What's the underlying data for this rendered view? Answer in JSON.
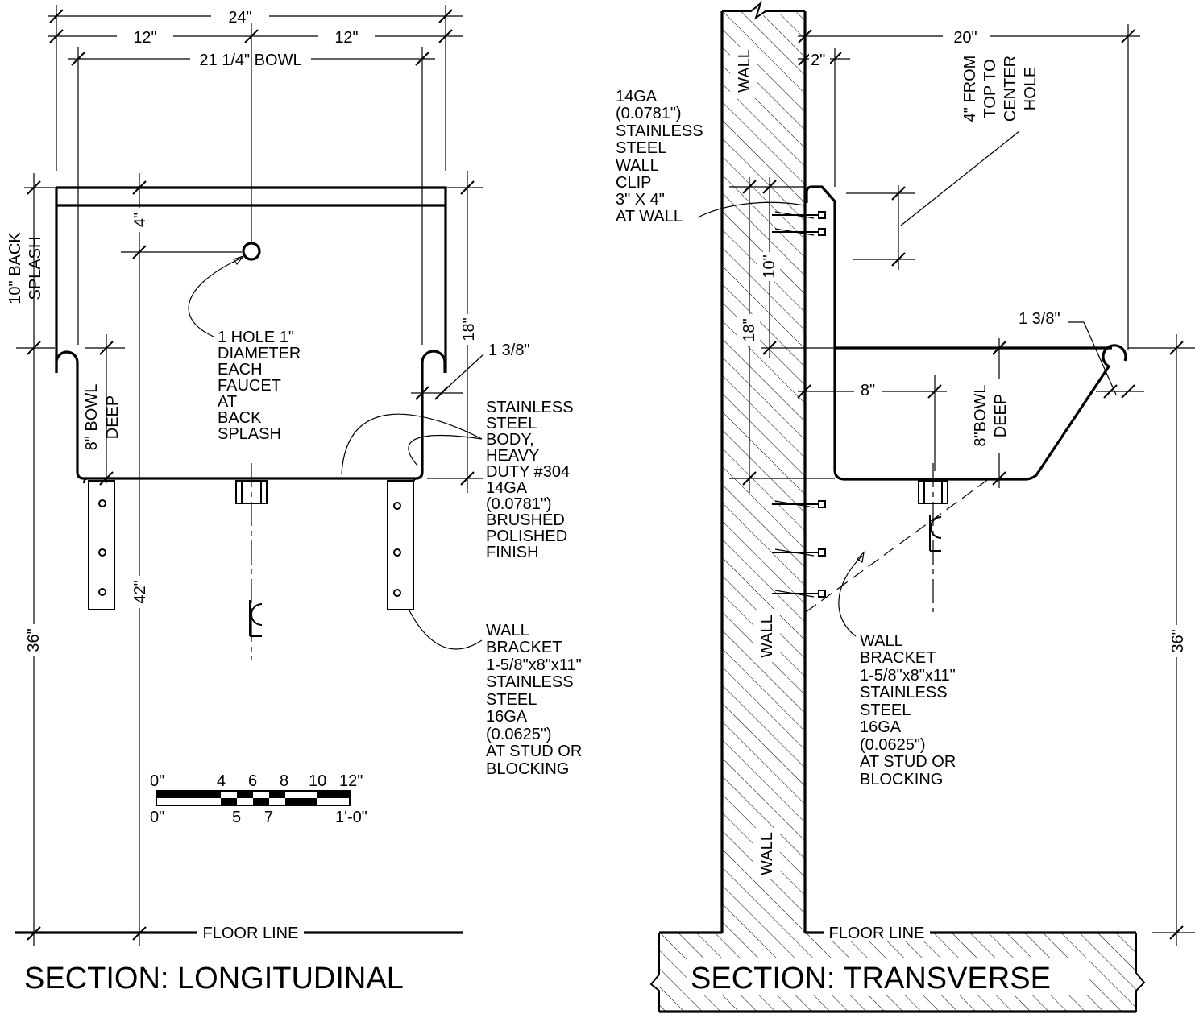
{
  "longitudinal": {
    "title": "SECTION: LONGITUDINAL",
    "dim_overall": "24\"",
    "dim_half_left": "12\"",
    "dim_half_right": "12\"",
    "dim_bowl": "21 1/4\" BOWL",
    "dim_backsplash": [
      "10\" BACK",
      "SPLASH"
    ],
    "dim_hole_from_top": "4\"",
    "dim_18": "18\"",
    "dim_rim": "1 3/8\"",
    "dim_bowl_deep": [
      "8\" BOWL",
      "DEEP"
    ],
    "dim_42": "42\"",
    "dim_36": "36\"",
    "note_hole": [
      "1 HOLE 1\"",
      "DIAMETER",
      "EACH",
      "FAUCET",
      "AT",
      "BACK",
      "SPLASH"
    ],
    "note_body": [
      "STAINLESS",
      "STEEL",
      "BODY,",
      "HEAVY",
      "DUTY #304",
      "14GA",
      "(0.0781\")",
      "BRUSHED",
      "POLISHED",
      "FINISH"
    ],
    "note_bracket": [
      "WALL",
      "BRACKET",
      "1-5/8\"x8\"x11\"",
      "STAINLESS",
      "STEEL",
      "16GA",
      "(0.0625\")",
      "AT STUD OR",
      "BLOCKING"
    ],
    "floor_line": "FLOOR LINE"
  },
  "scale_bar": {
    "top_labels": [
      "0\"",
      "4",
      "6",
      "8",
      "10",
      "12\""
    ],
    "bottom_labels": [
      "0\"",
      "5",
      "7",
      "1'-0\""
    ]
  },
  "transverse": {
    "title": "SECTION: TRANSVERSE",
    "wall_labels": [
      "WALL",
      "WALL",
      "WALL"
    ],
    "dim_20": "20\"",
    "dim_2": "2\"",
    "dim_hole": [
      "4\"  FROM",
      "TOP TO",
      "CENTER",
      "HOLE"
    ],
    "note_clip": [
      "14GA",
      "(0.0781\")",
      "STAINLESS",
      "STEEL",
      "WALL",
      "CLIP",
      "3\" X 4\"",
      "AT WALL"
    ],
    "dim_10": "10\"",
    "dim_18": "18\"",
    "dim_rim": "1 3/8\"",
    "dim_8": "8\"",
    "dim_bowl_deep": [
      "8\"BOWL",
      "DEEP"
    ],
    "dim_36": "36\"",
    "note_bracket": [
      "WALL",
      "BRACKET",
      "1-5/8\"x8\"x11\"",
      "STAINLESS",
      "STEEL",
      "16GA",
      "(0.0625\")",
      "AT STUD OR",
      "BLOCKING"
    ],
    "floor_line": "FLOOR LINE"
  }
}
